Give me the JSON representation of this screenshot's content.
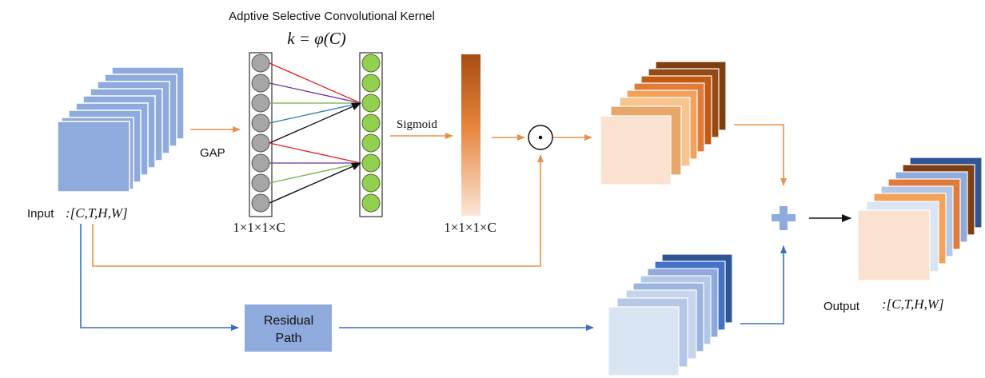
{
  "title": "Adptive Selective Convolutional Kernel",
  "formula": "k = φ(C)",
  "gap_label": "GAP",
  "sigmoid_label": "Sigmoid",
  "dims_left": "1×1×1×C",
  "dims_right": "1×1×1×C",
  "input_label": "Input",
  "input_shape": ":[C,T,H,W]",
  "output_label": "Output",
  "output_shape": ":[C,T,H,W]",
  "residual_label": [
    "Residual",
    "Path"
  ],
  "multiply_symbol": "⊙",
  "colors": {
    "orange_arrow": "#e8914a",
    "blue_arrow": "#3b6ec2",
    "input_blue": "#8faadc",
    "neuron_gray": "#a6a6a6",
    "neuron_green": "#92d050",
    "residual_box": "#8faadc",
    "plus": "#8faadc"
  },
  "neurons": {
    "left_count": 8,
    "right_count": 8
  }
}
